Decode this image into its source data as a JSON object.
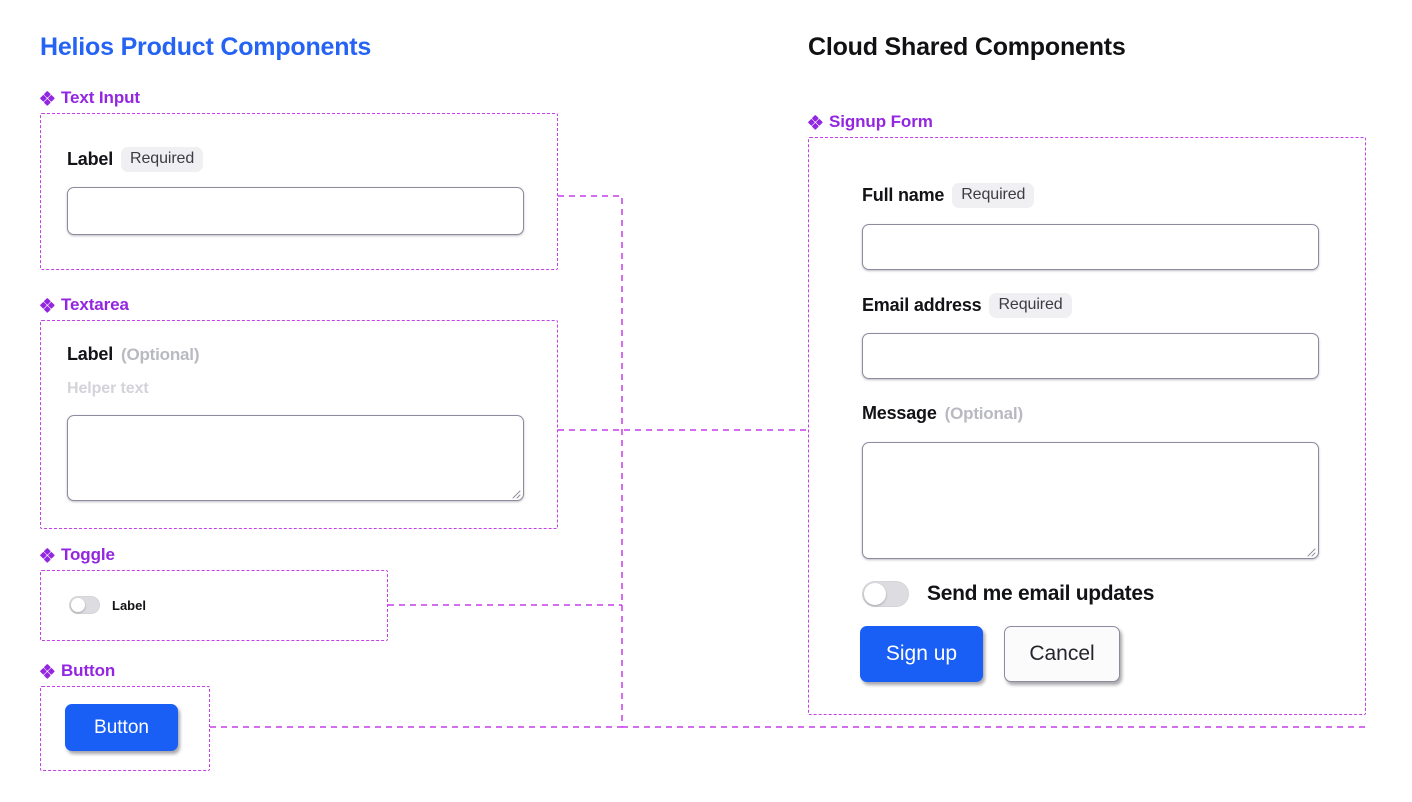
{
  "columns": {
    "left_title": "Helios Product Components",
    "right_title": "Cloud Shared Components"
  },
  "colors": {
    "left_title": "#2563f5",
    "right_title": "#111114",
    "section_label": "#9326e0",
    "group_border": "#c53fe8",
    "primary_button": "#1a5ff5",
    "input_border": "#8c8c9e",
    "badge_bg": "#f0f0f2",
    "optional_text": "#b9b9c2",
    "helper_text": "#d3d3d9",
    "toggle_track": "#dcdce1"
  },
  "left_sections": [
    {
      "icon": "diamond-icon",
      "label": "Text Input"
    },
    {
      "icon": "diamond-icon",
      "label": "Textarea"
    },
    {
      "icon": "diamond-icon",
      "label": "Toggle"
    },
    {
      "icon": "diamond-icon",
      "label": "Button"
    }
  ],
  "text_input": {
    "label": "Label",
    "badge": "Required",
    "value": "",
    "placeholder": ""
  },
  "textarea": {
    "label": "Label",
    "optional": "(Optional)",
    "helper": "Helper text",
    "value": "",
    "placeholder": "",
    "resize_handle": "resize-grip-icon"
  },
  "toggle": {
    "label": "Label",
    "checked": false
  },
  "button": {
    "label": "Button"
  },
  "right_sections": [
    {
      "icon": "diamond-icon",
      "label": "Signup Form"
    }
  ],
  "signup_form": {
    "full_name": {
      "label": "Full name",
      "badge": "Required",
      "value": "",
      "placeholder": ""
    },
    "email": {
      "label": "Email address",
      "badge": "Required",
      "value": "",
      "placeholder": ""
    },
    "message": {
      "label": "Message",
      "optional": "(Optional)",
      "value": "",
      "placeholder": "",
      "resize_handle": "resize-grip-icon"
    },
    "email_updates_toggle": {
      "label": "Send me email updates",
      "checked": false
    },
    "submit_button": "Sign up",
    "cancel_button": "Cancel"
  }
}
